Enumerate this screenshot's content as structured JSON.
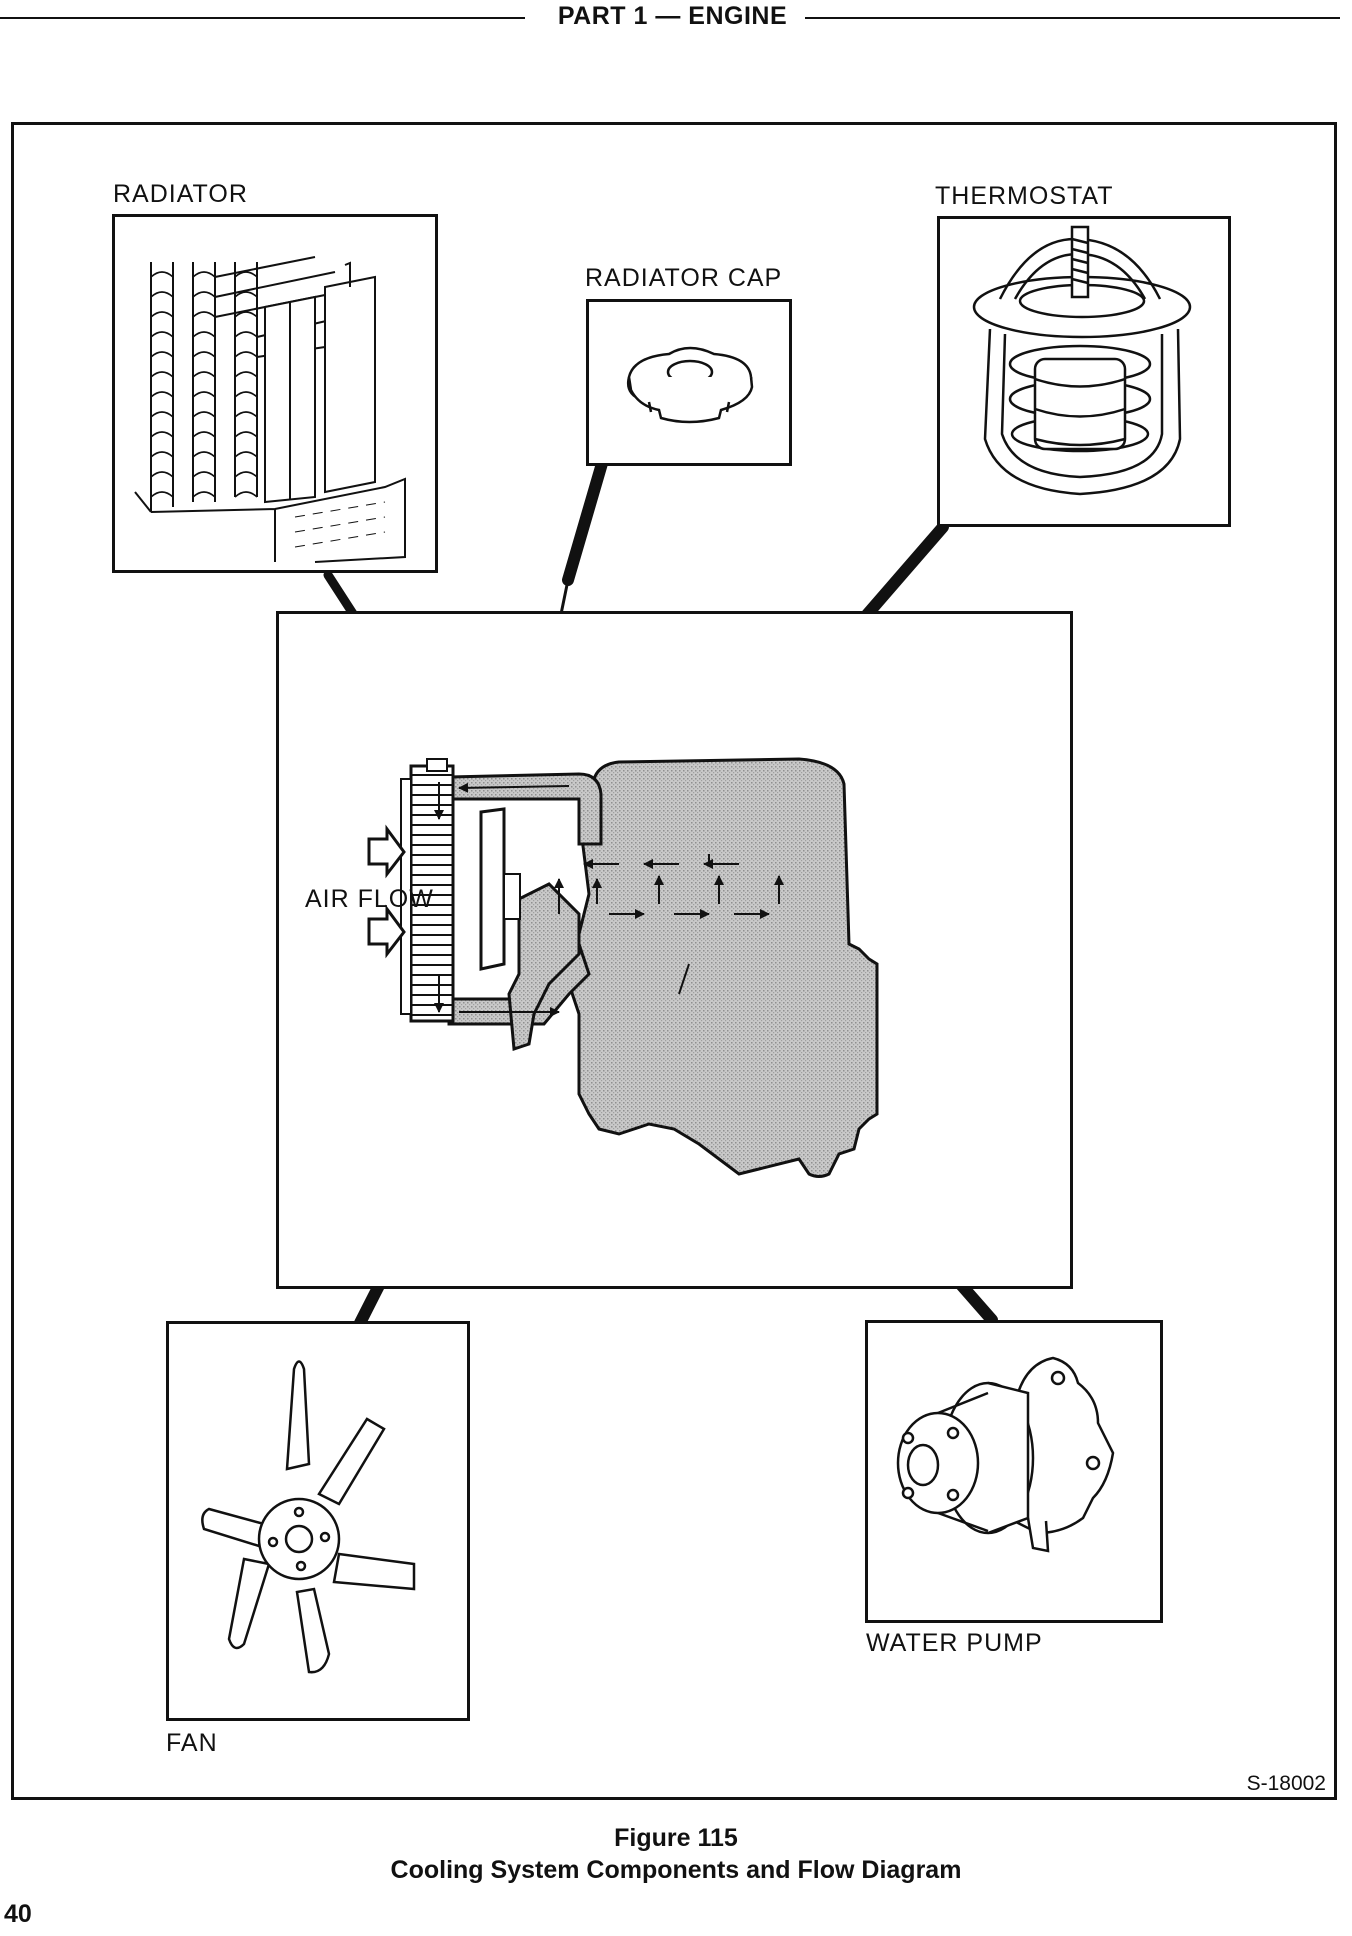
{
  "header": {
    "title": "PART 1 — ENGINE"
  },
  "labels": {
    "radiator": "RADIATOR",
    "radiator_cap": "RADIATOR CAP",
    "thermostat": "THERMOSTAT",
    "air_flow": "AIR FLOW",
    "fan": "FAN",
    "water_pump": "WATER PUMP"
  },
  "reference_code": "S-18002",
  "figure": {
    "number": "Figure 115",
    "caption": "Cooling System Components and Flow Diagram"
  },
  "page_number": "40",
  "colors": {
    "ink": "#111111",
    "engine_fill": "#b9b9b9",
    "paper": "#ffffff"
  }
}
